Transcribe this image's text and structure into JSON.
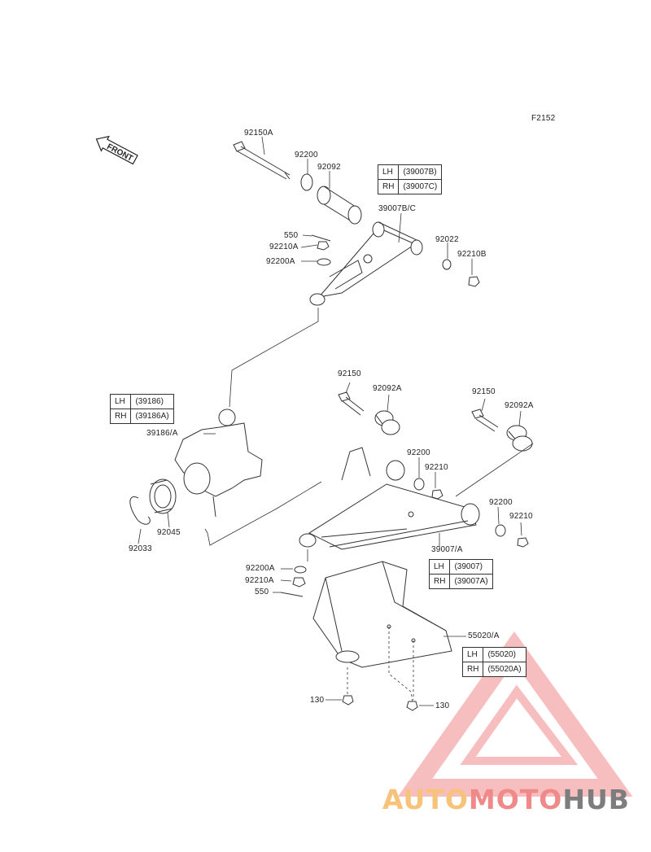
{
  "figure_code": "F2152",
  "front_label": "FRONT",
  "labels": {
    "p92150A": "92150A",
    "p92200_top": "92200",
    "p92092_top": "92092",
    "p39007BC": "39007B/C",
    "p550_top": "550",
    "p92210A_top": "92210A",
    "p92200A_top": "92200A",
    "p92022": "92022",
    "p92210B": "92210B",
    "p92150_mid": "92150",
    "p92092A_mid": "92092A",
    "p92150_right": "92150",
    "p92092A_right": "92092A",
    "p39186A": "39186/A",
    "p92200_mid": "92200",
    "p92210_mid": "92210",
    "p92200_right": "92200",
    "p92210_right": "92210",
    "p92033": "92033",
    "p92045": "92045",
    "p39007A": "39007/A",
    "p92200A_low": "92200A",
    "p92210A_low": "92210A",
    "p550_low": "550",
    "p55020A": "55020/A",
    "p130_left": "130",
    "p130_right": "130"
  },
  "tables": {
    "upper_arm": {
      "lh": "LH",
      "lh_part": "(39007B)",
      "rh": "RH",
      "rh_part": "(39007C)"
    },
    "knuckle": {
      "lh": "LH",
      "lh_part": "(39186)",
      "rh": "RH",
      "rh_part": "(39186A)"
    },
    "lower_arm": {
      "lh": "LH",
      "lh_part": "(39007)",
      "rh": "RH",
      "rh_part": "(39007A)"
    },
    "guard": {
      "lh": "LH",
      "lh_part": "(55020)",
      "rh": "RH",
      "rh_part": "(55020A)"
    }
  },
  "watermark": {
    "part1": "AUTO",
    "part2": "MOTO",
    "part3": "HUB",
    "colors": [
      "#f7c27a",
      "#f08a8a",
      "#7d7d7d"
    ]
  }
}
